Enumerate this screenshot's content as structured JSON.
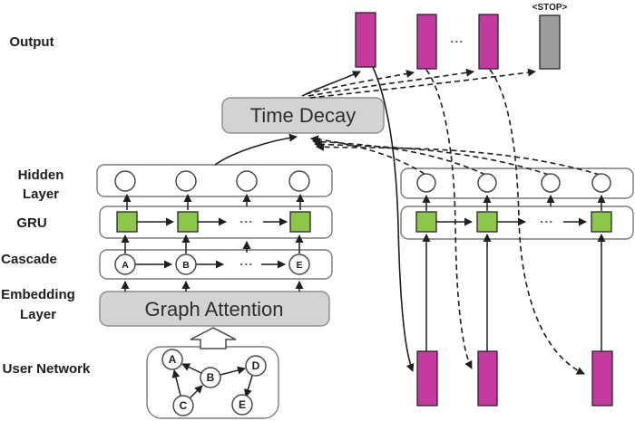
{
  "row_labels": {
    "output": "Output",
    "hidden_line1": "Hidden",
    "hidden_line2": "Layer",
    "gru": "GRU",
    "cascade": "Cascade",
    "embedding_line1": "Embedding",
    "embedding_line2": "Layer",
    "user_network": "User Network"
  },
  "modules": {
    "time_decay": "Time Decay",
    "graph_attention": "Graph Attention"
  },
  "output_row": {
    "stop_token": "<STOP>",
    "ellipsis": "..."
  },
  "left_gru": {
    "ellipsis": "..."
  },
  "right_gru": {
    "ellipsis": "..."
  },
  "left_cascade": {
    "node1": "A",
    "node2": "B",
    "ellipsis": "...",
    "node3": "E"
  },
  "user_network_graph": {
    "nodes": {
      "a": "A",
      "b": "B",
      "c": "C",
      "d": "D",
      "e": "E"
    },
    "edges": [
      "B->A",
      "C->A",
      "C->B",
      "B->D",
      "D->E"
    ]
  },
  "colors": {
    "output_bar": "#C53A9E",
    "stop_bar": "#9C9C9C",
    "gru_cell": "#8CC74B",
    "gru_cell_border": "#4D7A22",
    "module_box": "#D3D3D3",
    "module_box_border": "#8F8F8F",
    "line": "#1F1F1F",
    "container_border": "#7A7A7A"
  }
}
